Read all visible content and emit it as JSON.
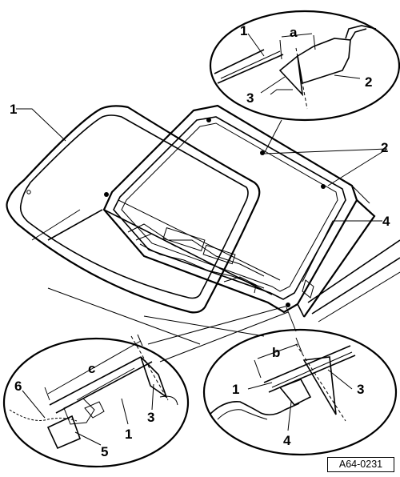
{
  "figure": {
    "reference_code": "A64-0231",
    "callouts": {
      "main_1": "1",
      "main_2": "2",
      "main_4": "4",
      "top_1": "1",
      "top_a": "a",
      "top_2": "2",
      "top_3": "3",
      "left_c": "c",
      "left_6": "6",
      "left_5": "5",
      "left_1": "1",
      "left_3": "3",
      "right_b": "b",
      "right_1": "1",
      "right_3": "3",
      "right_4": "4"
    }
  }
}
